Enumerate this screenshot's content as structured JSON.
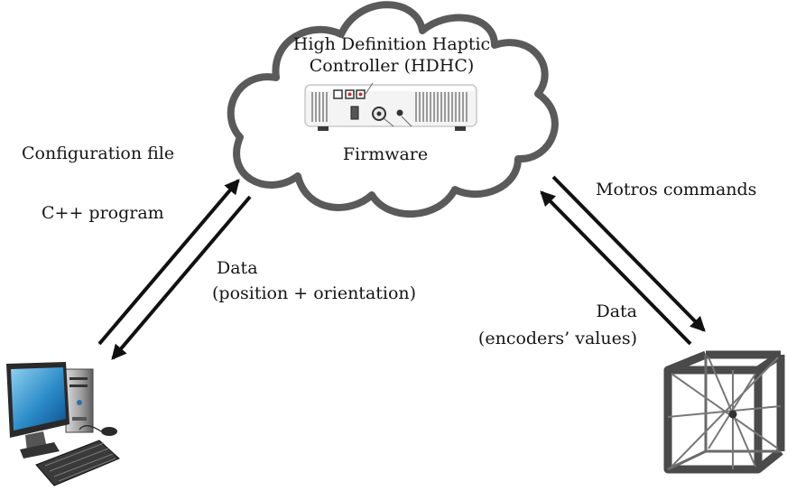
{
  "controller": {
    "title_line1": "High Definition  Haptic",
    "title_line2": "Controller (HDHC)",
    "firmware": "Firmware"
  },
  "left_link": {
    "label_config": "Configuration file",
    "label_program": "C++ program",
    "data_line1": "Data",
    "data_line2": "(position + orientation)"
  },
  "right_link": {
    "label_commands": "Motros commands",
    "data_line1": "Data",
    "data_line2": "(encoders’ values)"
  },
  "icons": {
    "computer": "desktop-computer-icon",
    "device": "cube-frame-device-icon",
    "controller": "controller-box-icon",
    "cloud": "cloud-shape"
  },
  "colors": {
    "cloud_stroke": "#5a5a5a",
    "arrow": "#111111",
    "text": "#151515"
  }
}
